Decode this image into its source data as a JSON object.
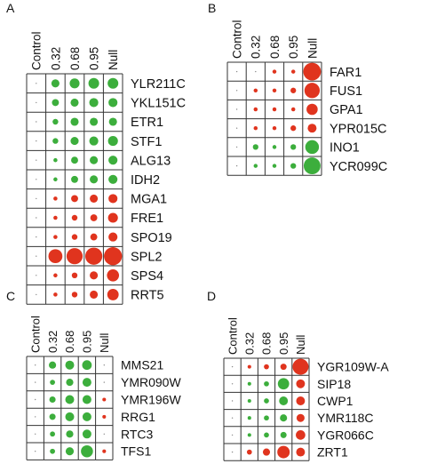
{
  "colors": {
    "green": "#3cae3c",
    "red": "#e0341e",
    "grid": "#333333",
    "dot": "#8a8a8a"
  },
  "chart_data": [
    {
      "type": "heatmap",
      "panel_label": "A",
      "columns": [
        "Control",
        "0.32",
        "0.68",
        "0.95",
        "Null"
      ],
      "rows": [
        {
          "gene": "YLR211C",
          "values": [
            0,
            -0.2,
            -0.3,
            -0.35,
            -0.35
          ]
        },
        {
          "gene": "YKL151C",
          "values": [
            0,
            -0.15,
            -0.2,
            -0.25,
            -0.25
          ]
        },
        {
          "gene": "ETR1",
          "values": [
            0,
            -0.1,
            -0.2,
            -0.2,
            -0.2
          ]
        },
        {
          "gene": "STF1",
          "values": [
            0,
            -0.1,
            -0.2,
            -0.25,
            -0.3
          ]
        },
        {
          "gene": "ALG13",
          "values": [
            0,
            -0.05,
            -0.15,
            -0.2,
            -0.25
          ]
        },
        {
          "gene": "IDH2",
          "values": [
            0,
            -0.05,
            -0.15,
            -0.2,
            -0.25
          ]
        },
        {
          "gene": "MGA1",
          "values": [
            0,
            0.05,
            0.15,
            0.2,
            0.25
          ]
        },
        {
          "gene": "FRE1",
          "values": [
            0,
            0.05,
            0.1,
            0.15,
            0.3
          ]
        },
        {
          "gene": "SPO19",
          "values": [
            0,
            0.05,
            0.1,
            0.15,
            0.25
          ]
        },
        {
          "gene": "SPL2",
          "values": [
            0,
            0.6,
            0.8,
            0.9,
            1.0
          ]
        },
        {
          "gene": "SPS4",
          "values": [
            0,
            0.05,
            0.1,
            0.2,
            0.45
          ]
        },
        {
          "gene": "RRT5",
          "values": [
            0,
            0.05,
            0.1,
            0.2,
            0.4
          ]
        }
      ]
    },
    {
      "type": "heatmap",
      "panel_label": "B",
      "columns": [
        "Control",
        "0.32",
        "0.68",
        "0.95",
        "Null"
      ],
      "rows": [
        {
          "gene": "FAR1",
          "values": [
            0,
            0,
            0.05,
            0.05,
            1.0
          ]
        },
        {
          "gene": "FUS1",
          "values": [
            0,
            0.05,
            0.05,
            0.1,
            0.75
          ]
        },
        {
          "gene": "GPA1",
          "values": [
            0,
            0.05,
            0.05,
            0.05,
            0.4
          ]
        },
        {
          "gene": "YPR015C",
          "values": [
            0,
            0.05,
            0.05,
            0.1,
            0.25
          ]
        },
        {
          "gene": "INO1",
          "values": [
            0,
            -0.1,
            -0.05,
            -0.1,
            -0.6
          ]
        },
        {
          "gene": "YCR099C",
          "values": [
            0,
            -0.05,
            -0.05,
            -0.1,
            -0.9
          ]
        }
      ]
    },
    {
      "type": "heatmap",
      "panel_label": "C",
      "columns": [
        "Control",
        "0.32",
        "0.68",
        "0.95",
        "Null"
      ],
      "rows": [
        {
          "gene": "MMS21",
          "values": [
            0,
            -0.2,
            -0.3,
            -0.35,
            0
          ]
        },
        {
          "gene": "YMR090W",
          "values": [
            0,
            -0.1,
            -0.2,
            -0.3,
            0
          ]
        },
        {
          "gene": "YMR196W",
          "values": [
            0,
            -0.15,
            -0.3,
            -0.3,
            0.05
          ]
        },
        {
          "gene": "RRG1",
          "values": [
            0,
            -0.15,
            -0.3,
            -0.3,
            0.05
          ]
        },
        {
          "gene": "RTC3",
          "values": [
            0,
            -0.1,
            -0.2,
            -0.3,
            0
          ]
        },
        {
          "gene": "TFS1",
          "values": [
            0,
            -0.1,
            -0.25,
            -0.55,
            0.05
          ]
        }
      ]
    },
    {
      "type": "heatmap",
      "panel_label": "D",
      "columns": [
        "Control",
        "0.32",
        "0.68",
        "0.95",
        "Null"
      ],
      "rows": [
        {
          "gene": "YGR109W-A",
          "values": [
            0,
            0.05,
            0.1,
            0.15,
            1.0
          ]
        },
        {
          "gene": "SIP18",
          "values": [
            0,
            -0.05,
            -0.1,
            -0.5,
            0.3
          ]
        },
        {
          "gene": "CWP1",
          "values": [
            0,
            -0.05,
            -0.1,
            -0.3,
            0.3
          ]
        },
        {
          "gene": "YMR118C",
          "values": [
            0,
            -0.05,
            -0.1,
            -0.2,
            0.25
          ]
        },
        {
          "gene": "YGR066C",
          "values": [
            0,
            -0.05,
            -0.1,
            -0.15,
            0.35
          ]
        },
        {
          "gene": "ZRT1",
          "values": [
            0,
            0.1,
            0.2,
            0.6,
            0.3
          ]
        }
      ]
    }
  ]
}
